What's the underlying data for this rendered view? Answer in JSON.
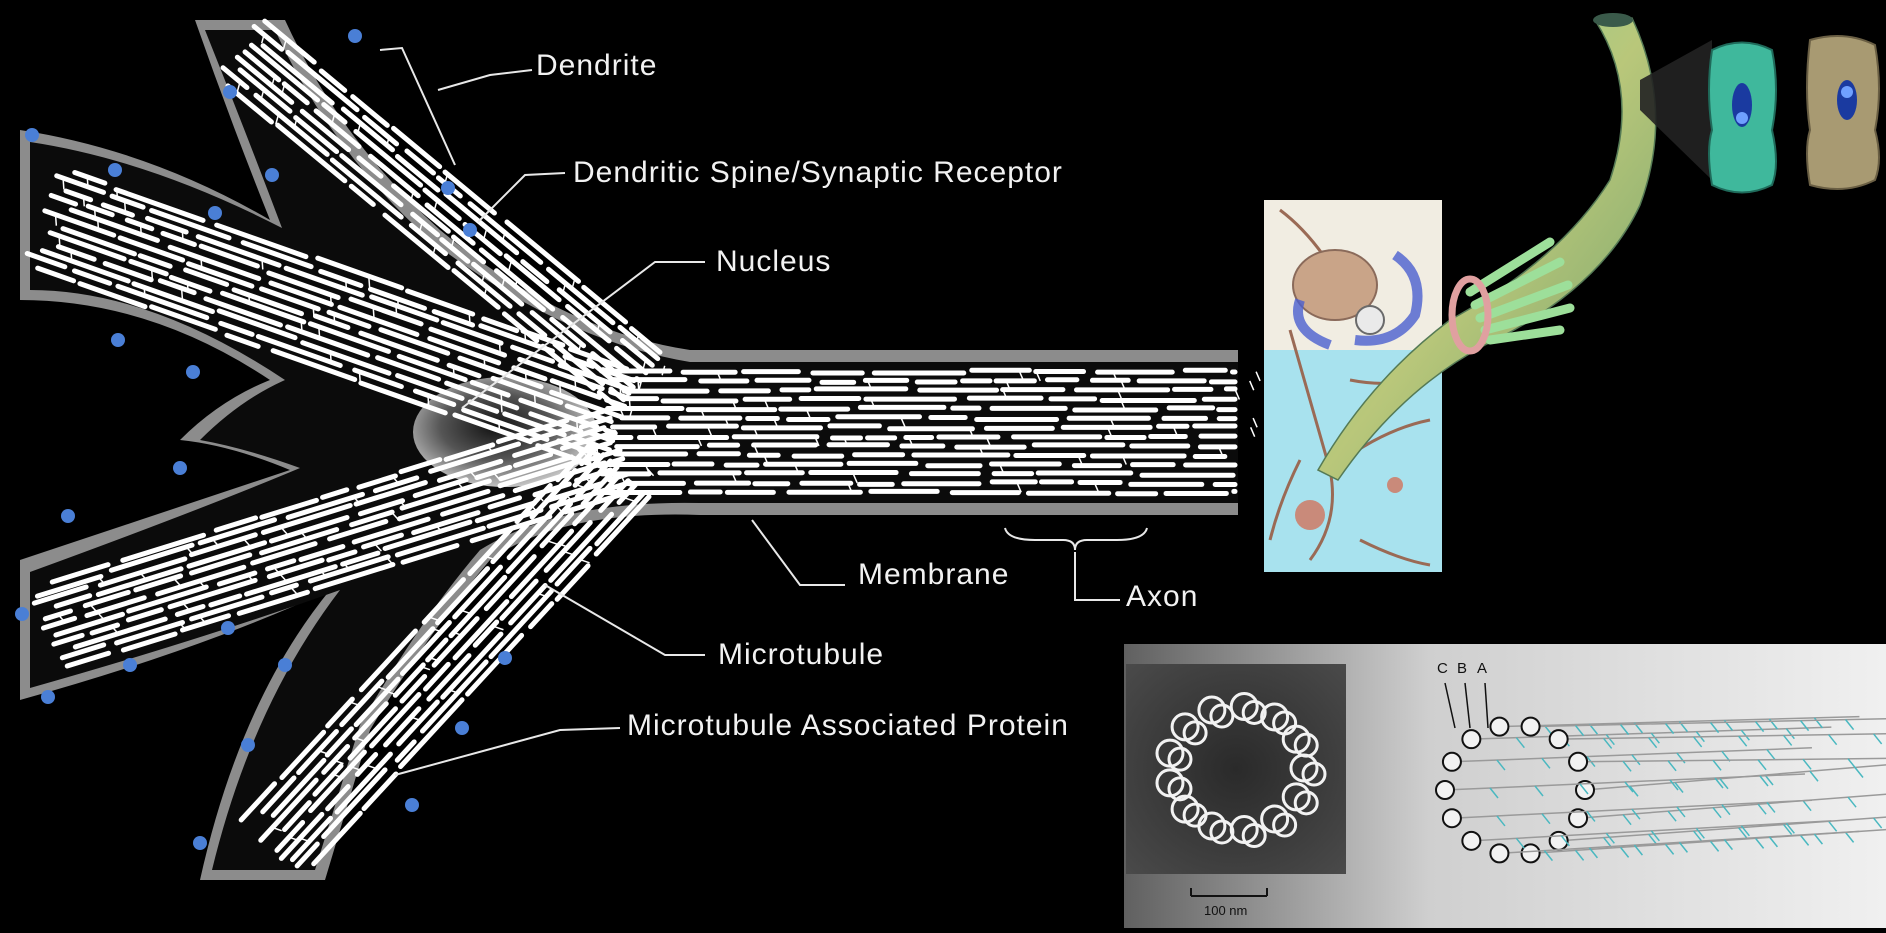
{
  "labels": {
    "dendrite": "Dendrite",
    "spine": "Dendritic Spine/Synaptic Receptor",
    "nucleus": "Nucleus",
    "membrane": "Membrane",
    "axon": "Axon",
    "microtubule": "Microtubule",
    "map": "Microtubule Associated Protein"
  },
  "micrograph": {
    "scale_label": "100 nm"
  },
  "tubule_diagram": {
    "labels": [
      "C",
      "B",
      "A"
    ]
  },
  "colors": {
    "background": "#000000",
    "filament": "#ffffff",
    "receptor": "#4a7fd6",
    "glia": "#9fe3ef",
    "teal": "#4fc7a8"
  }
}
